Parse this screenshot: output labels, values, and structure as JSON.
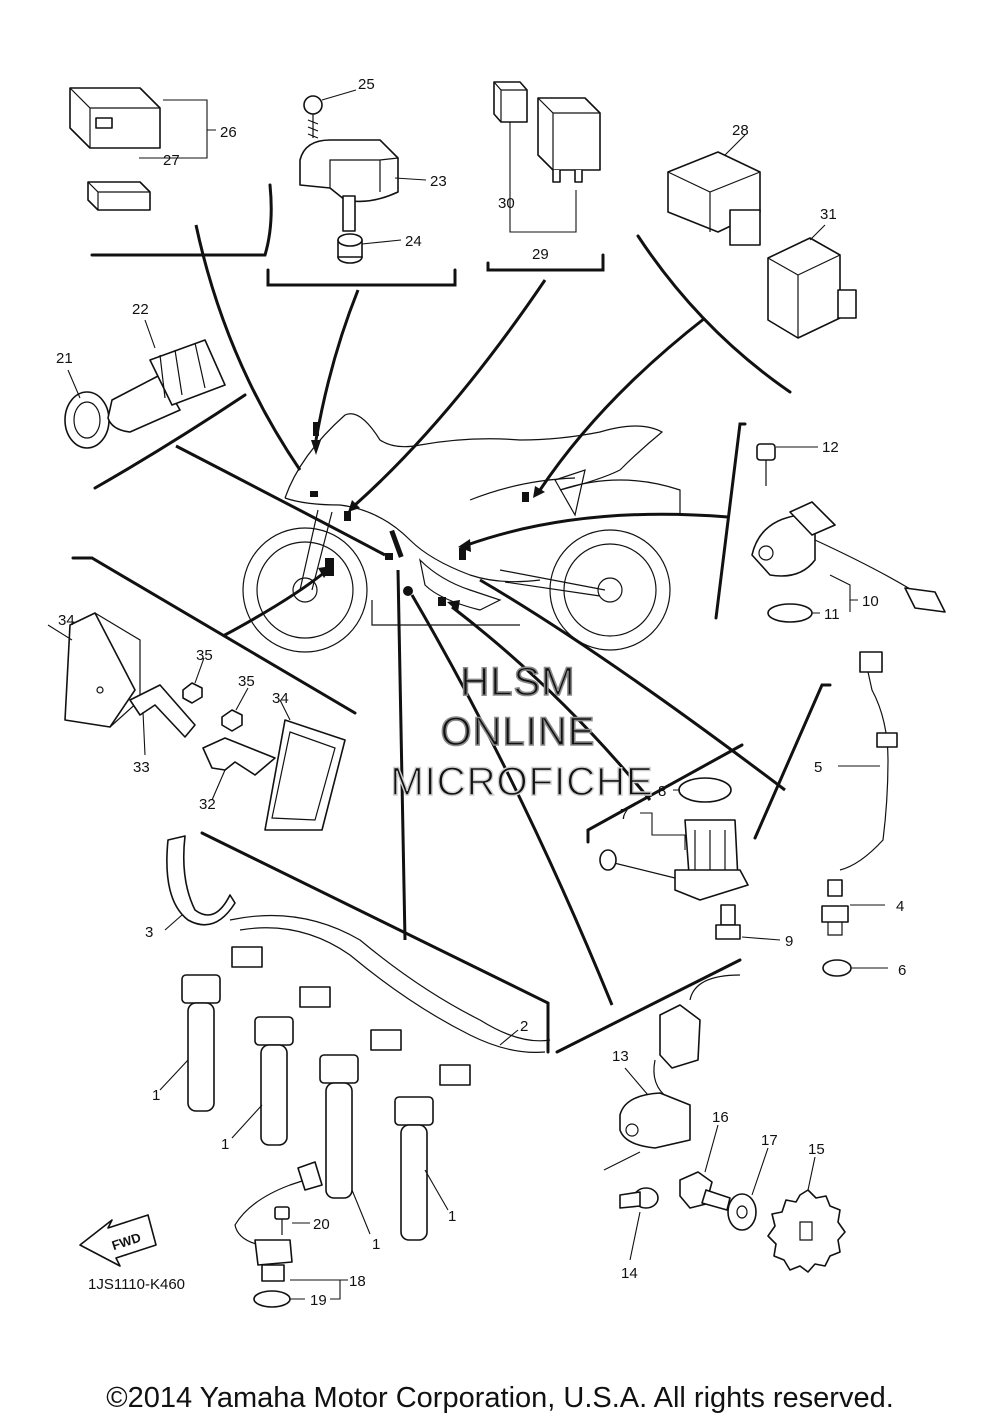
{
  "diagram": {
    "catalog_code": "1JS1110-K460",
    "fwd_label": "FWD",
    "watermark": [
      "HLSM",
      "ONLINE",
      "MICROFICHE"
    ],
    "copyright": "©2014 Yamaha Motor Corporation, U.S.A. All rights reserved.",
    "callouts": {
      "p1": "1",
      "p2": "2",
      "p3": "3",
      "p4": "4",
      "p5": "5",
      "p6": "6",
      "p7": "7",
      "p8": "8",
      "p9": "9",
      "p10": "10",
      "p11": "11",
      "p12": "12",
      "p13": "13",
      "p14": "14",
      "p15": "15",
      "p16": "16",
      "p17": "17",
      "p18": "18",
      "p19": "19",
      "p20": "20",
      "p21": "21",
      "p22": "22",
      "p23": "23",
      "p24": "24",
      "p25": "25",
      "p26": "26",
      "p27": "27",
      "p28": "28",
      "p29": "29",
      "p30": "30",
      "p31": "31",
      "p32": "32",
      "p33": "33",
      "p34": "34",
      "p35": "35"
    }
  }
}
